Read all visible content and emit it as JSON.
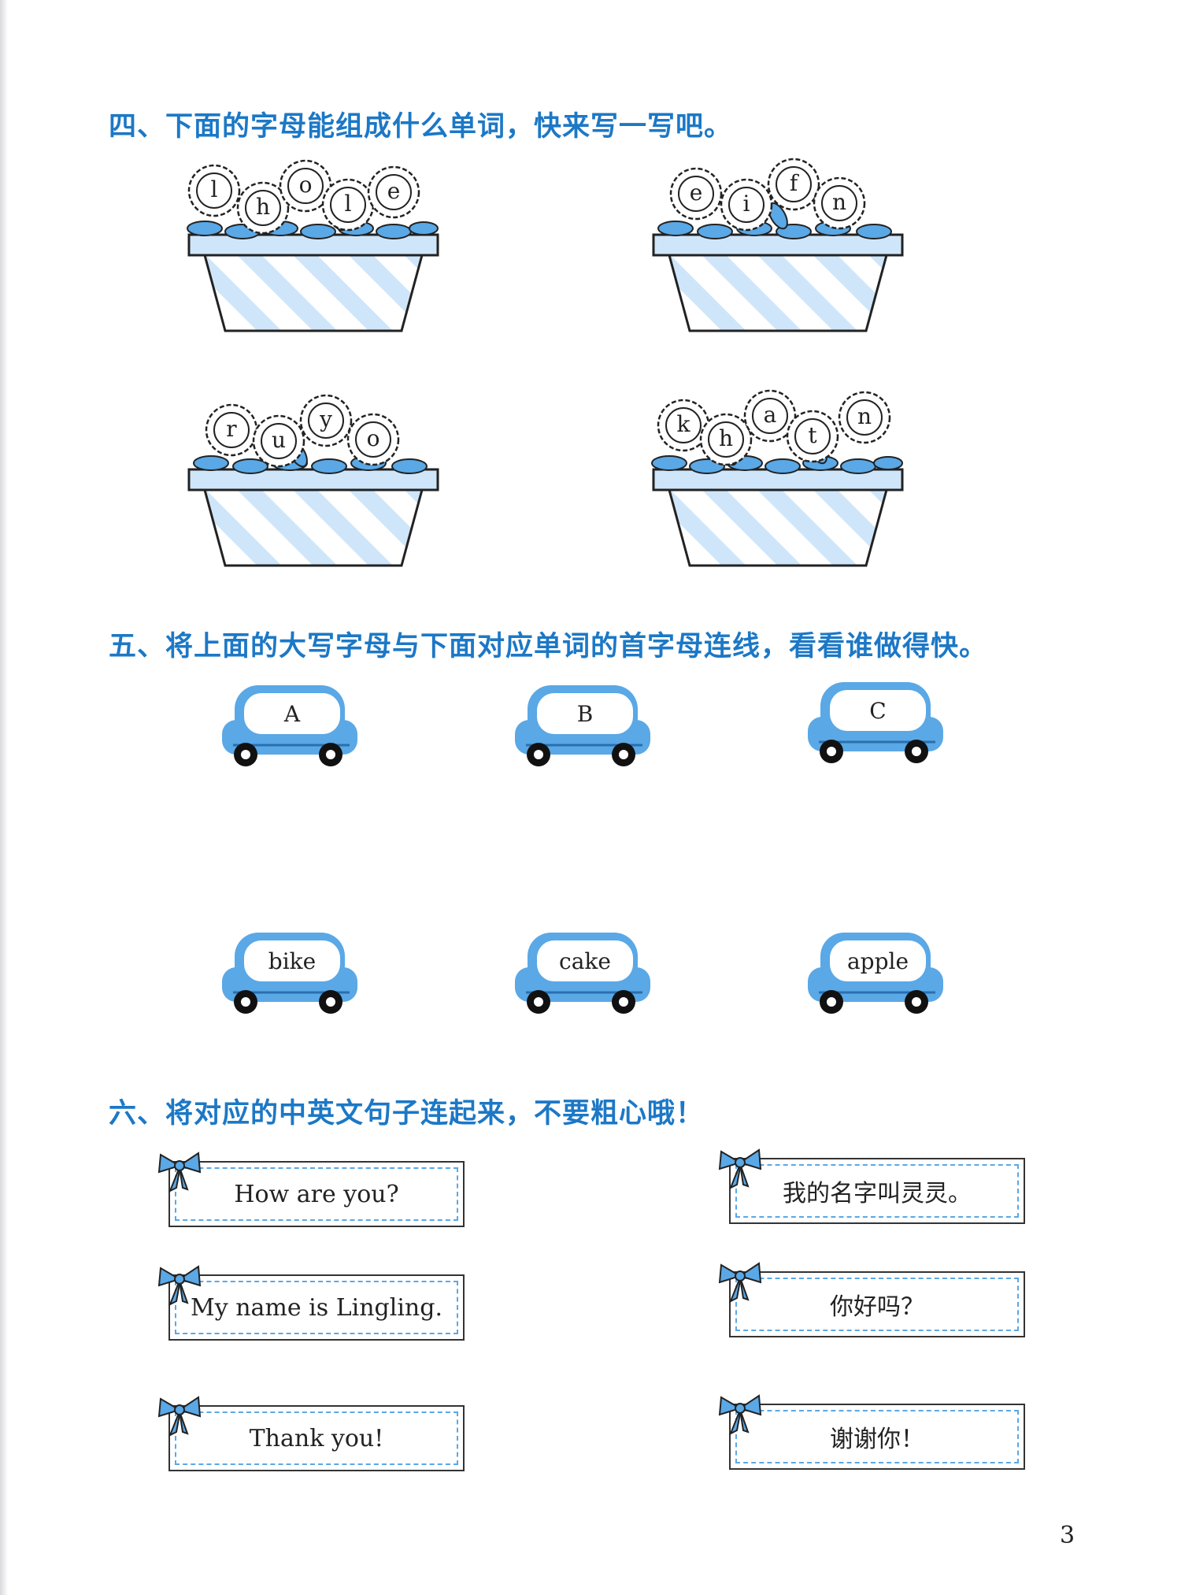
{
  "section4": {
    "heading": "四、下面的字母能组成什么单词，快来写一写吧。",
    "pots": [
      {
        "letters": [
          "l",
          "h",
          "o",
          "l",
          "e"
        ]
      },
      {
        "letters": [
          "e",
          "i",
          "f",
          "n"
        ]
      },
      {
        "letters": [
          "r",
          "u",
          "y",
          "o"
        ]
      },
      {
        "letters": [
          "k",
          "h",
          "a",
          "t",
          "n"
        ]
      }
    ]
  },
  "section5": {
    "heading": "五、将上面的大写字母与下面对应单词的首字母连线，看看谁做得快。",
    "top_cars": [
      "A",
      "B",
      "C"
    ],
    "bottom_cars": [
      "bike",
      "cake",
      "apple"
    ]
  },
  "section6": {
    "heading": "六、将对应的中英文句子连起来，不要粗心哦！",
    "english": [
      "How are you?",
      "My name is Lingling.",
      "Thank you!"
    ],
    "chinese": [
      "我的名字叫灵灵。",
      "你好吗？",
      "谢谢你！"
    ]
  },
  "page_number": "3",
  "colors": {
    "heading": "#1c78c6",
    "light_blue": "#cfe6fa",
    "mid_blue": "#5aa8e6"
  }
}
